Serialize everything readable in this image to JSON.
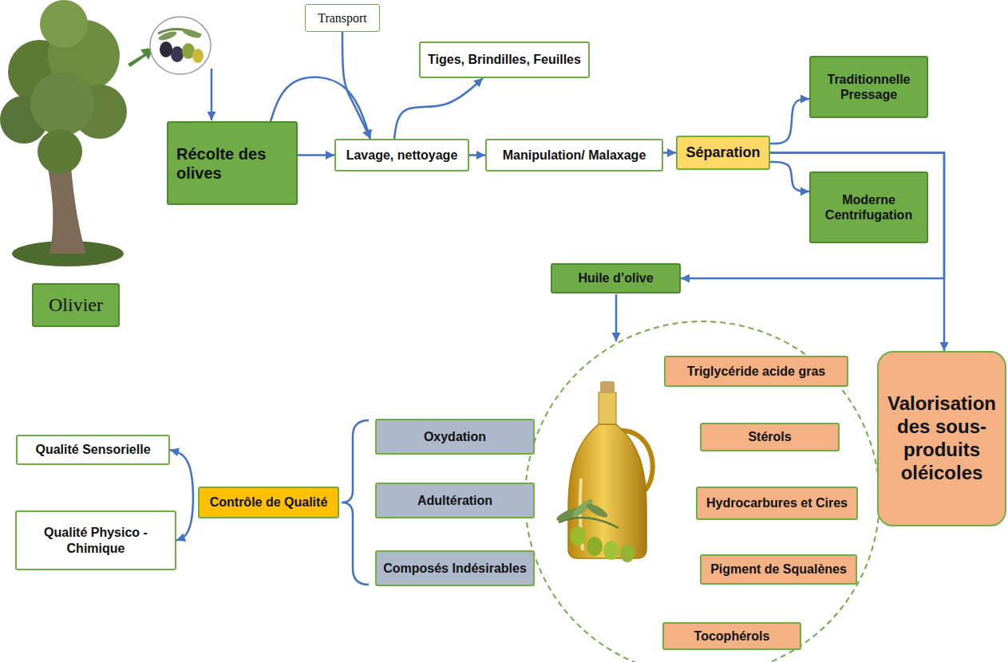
{
  "diagram": {
    "nodes": [
      {
        "text": [
          "Olivier"
        ]
      },
      {
        "text": [
          "Récolte des olives"
        ]
      },
      {
        "text": [
          "Transport"
        ]
      },
      {
        "text": [
          "Tiges, Brindilles, Feuilles"
        ]
      },
      {
        "text": [
          "Lavage, nettoyage"
        ]
      },
      {
        "text": [
          "Manipulation/ Malaxage"
        ]
      },
      {
        "text": [
          "Séparation"
        ]
      },
      {
        "text": [
          "Traditionnelle Pressage"
        ]
      },
      {
        "text": [
          "Moderne Centrifugation"
        ]
      },
      {
        "text": [
          "Huile d’olive"
        ]
      },
      {
        "text": [
          "Triglycéride acide gras"
        ]
      },
      {
        "text": [
          "Stérols"
        ]
      },
      {
        "text": [
          "Hydrocarbures et Cires"
        ]
      },
      {
        "text": [
          "Pigment de Squalènes"
        ]
      },
      {
        "text": [
          "Tocophérols"
        ]
      },
      {
        "text": [
          "Valorisation des sous-produits oléicoles"
        ]
      },
      {
        "text": [
          "Qualité Sensorielle"
        ]
      },
      {
        "text": [
          "Qualité Physico - Chimique"
        ]
      },
      {
        "text": [
          "Contrôle de Qualité"
        ]
      },
      {
        "text": [
          "Oxydation"
        ]
      },
      {
        "text": [
          "Adultération"
        ]
      },
      {
        "text": [
          "Composés Indésirables"
        ]
      }
    ],
    "edges": [
      {
        "from": 1,
        "to": 4,
        "arrow": "to"
      },
      {
        "from": 1,
        "to": 4,
        "arrow": "to"
      },
      {
        "from": 2,
        "to": 4,
        "arrow": "to"
      },
      {
        "from": 4,
        "to": 3,
        "arrow": "to"
      },
      {
        "from": 4,
        "to": 5,
        "arrow": "to"
      },
      {
        "from": 5,
        "to": 6,
        "arrow": "to"
      },
      {
        "from": 6,
        "to": 7,
        "arrow": "to"
      },
      {
        "from": 6,
        "to": 8,
        "arrow": "to"
      },
      {
        "from": 6,
        "to": 9,
        "arrow": "to"
      },
      {
        "from": 6,
        "to": 15,
        "arrow": "to"
      },
      {
        "from": 16,
        "to": 17,
        "arrow": "both"
      }
    ]
  }
}
